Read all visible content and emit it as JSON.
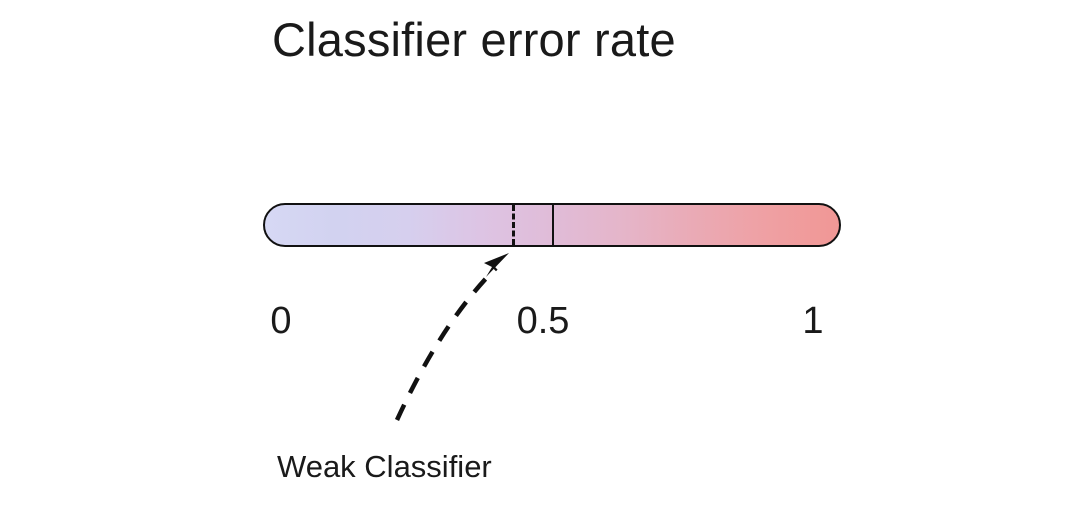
{
  "figure": {
    "title": "Classifier error rate",
    "background_color": "#ffffff",
    "text_color": "#1a1a1a"
  },
  "chart_data": {
    "type": "bar",
    "title": "Classifier error rate",
    "xlabel": "",
    "ylabel": "",
    "xlim": [
      0,
      1
    ],
    "grid": false,
    "legend": null,
    "axis_ticks": [
      {
        "value": "0",
        "label": "0"
      },
      {
        "value": "0.5",
        "label": "0.5"
      },
      {
        "value": "1",
        "label": "1"
      }
    ],
    "gradient": {
      "description": "horizontal colour scale from pale lavender (low error) to salmon red (high error)",
      "start_color": "#d6d8f4",
      "mid_color": "#e0bcd8",
      "end_color": "#f09795",
      "stops": [
        "#d6d8f4",
        "#d2d2f0",
        "#d6cfee",
        "#ddc4e4",
        "#e0bcd8",
        "#e5b5c9",
        "#eaaab5",
        "#efa0a3",
        "#f09795"
      ]
    },
    "markers": [
      {
        "name": "weak-classifier-marker",
        "style": "dashed",
        "value": 0.43,
        "color": "#111111"
      },
      {
        "name": "half-error-marker",
        "style": "solid",
        "value": 0.5,
        "color": "#111111"
      }
    ],
    "annotations": [
      {
        "name": "weak-classifier",
        "label": "Weak Classifier",
        "points_to_value": 0.43,
        "arrow_style": "dashed-curve-with-arrowhead",
        "color": "#111111"
      }
    ]
  },
  "annotation": {
    "caption": "Weak Classifier"
  }
}
